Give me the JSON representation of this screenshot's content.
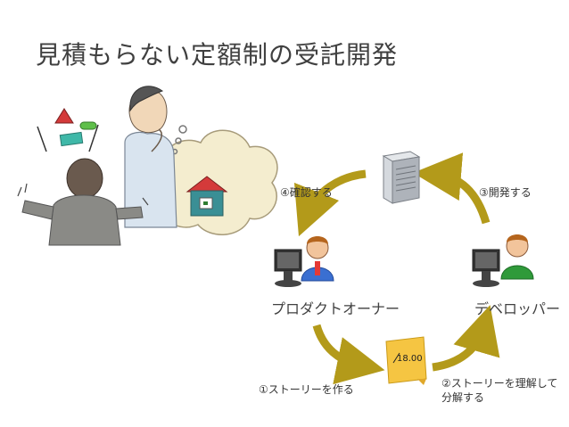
{
  "title": "見積もらない定額制の受託開発",
  "roles": {
    "owner": "プロダクトオーナー",
    "developer": "デベロッパー"
  },
  "steps": {
    "step1": "①ストーリーを作る",
    "step2_line1": "②ストーリーを理解して",
    "step2_line2": "分解する",
    "step3": "③開発する",
    "step4": "④確認する"
  },
  "sticky_note_text": "18.00",
  "colors": {
    "arrow": "#b39a1a",
    "sticky": "#f5c542",
    "server": "#c9cdd3",
    "owner_shirt": "#3a6fd1",
    "dev_shirt": "#2f9a3a"
  },
  "icons": [
    "sketch-illustration",
    "server-icon",
    "owner-icon",
    "developer-icon",
    "sticky-note-icon"
  ]
}
